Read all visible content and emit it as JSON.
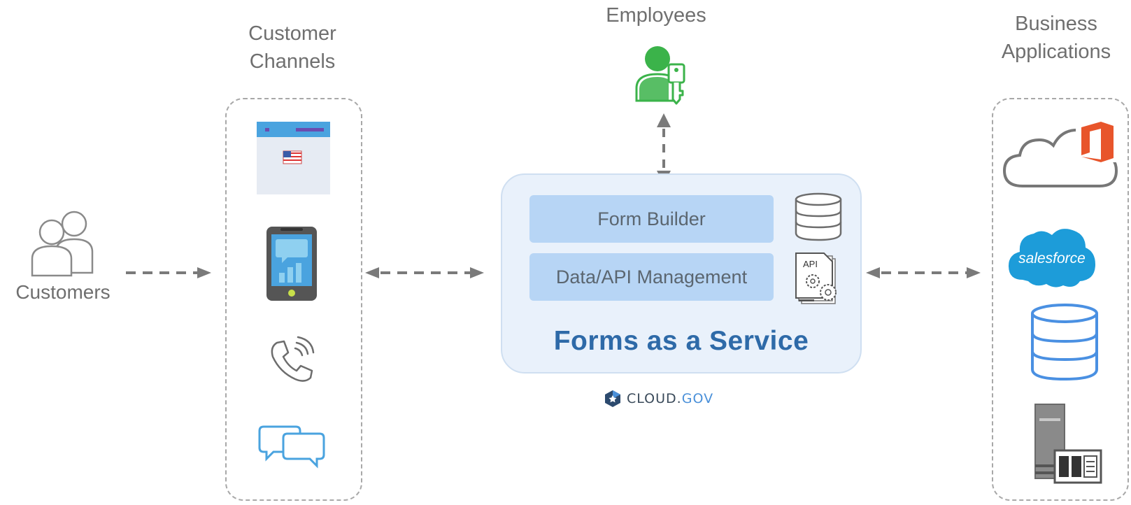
{
  "labels": {
    "customers": "Customers",
    "customer_channels_line1": "Customer",
    "customer_channels_line2": "Channels",
    "employees": "Employees",
    "business_applications_line1": "Business",
    "business_applications_line2": "Applications"
  },
  "service": {
    "form_builder": "Form Builder",
    "data_api_management": "Data/API Management",
    "title": "Forms as a Service",
    "api_badge": "API"
  },
  "platform": {
    "name_part1": "CLOUD.",
    "name_part2": "GOV"
  },
  "business_apps": {
    "salesforce_label": "salesforce"
  },
  "icons": {
    "customers": "customers-group-icon",
    "website": "website-window-icon",
    "mobile": "mobile-phone-icon",
    "phone": "phone-call-icon",
    "chat": "chat-bubbles-icon",
    "employee": "employee-key-icon",
    "database": "database-icon",
    "api_document": "api-document-icon",
    "office_cloud": "office-cloud-icon",
    "salesforce": "salesforce-cloud-icon",
    "business_database": "business-database-icon",
    "server": "server-icon"
  },
  "colors": {
    "service_title": "#2e6aa8",
    "service_row": "#b7d5f5",
    "employee_green": "#3bb34a",
    "office_red": "#e8552b",
    "salesforce_blue": "#1d9cd9",
    "database_blue": "#4a90e2"
  }
}
